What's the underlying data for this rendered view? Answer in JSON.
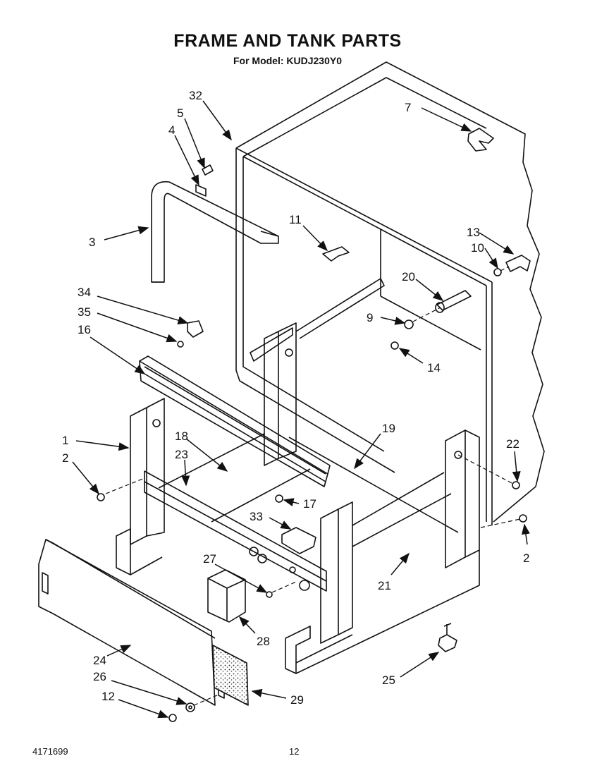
{
  "header": {
    "title": "FRAME AND TANK PARTS",
    "model": "For Model: KUDJ230Y0"
  },
  "callouts": {
    "c1": "1",
    "c2": "2",
    "c3": "3",
    "c4": "4",
    "c5": "5",
    "c7": "7",
    "c9": "9",
    "c10": "10",
    "c11": "11",
    "c12": "12",
    "c13": "13",
    "c14": "14",
    "c16": "16",
    "c17": "17",
    "c18": "18",
    "c19": "19",
    "c20": "20",
    "c21": "21",
    "c22": "22",
    "c23": "23",
    "c24": "24",
    "c25": "25",
    "c26": "26",
    "c27": "27",
    "c28": "28",
    "c29": "29",
    "c32": "32",
    "c33": "33",
    "c34": "34",
    "c35": "35"
  },
  "footer": {
    "doc_number": "4171699",
    "page_number": "12"
  }
}
